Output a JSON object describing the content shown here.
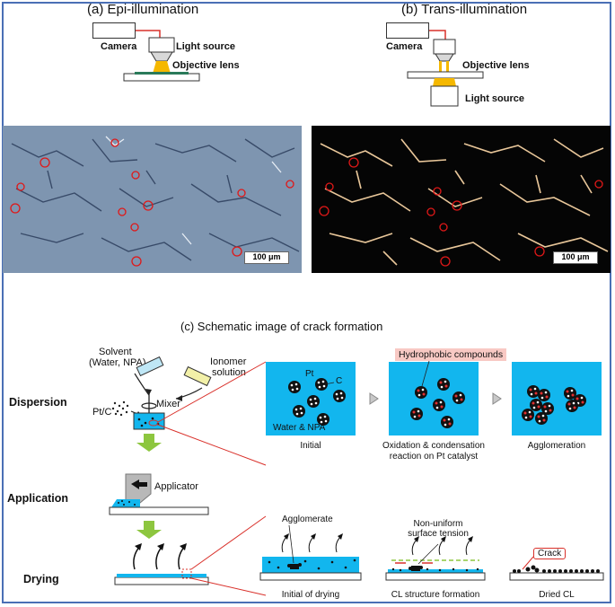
{
  "top": {
    "epi": {
      "title": "(a) Epi-illumination",
      "camera": "Camera",
      "light_source": "Light source",
      "objective": "Objective lens",
      "scale": "100 μm"
    },
    "trans": {
      "title": "(b) Trans-illumination",
      "camera": "Camera",
      "objective": "Objective lens",
      "light_source": "Light source",
      "scale": "100 μm"
    }
  },
  "schematic": {
    "title": "(c) Schematic image of crack formation",
    "stages": {
      "dispersion": "Dispersion",
      "application": "Application",
      "drying": "Drying"
    },
    "dispersion": {
      "solvent": "Solvent",
      "solvent_detail": "(Water, NPA)",
      "ionomer_line1": "Ionomer",
      "ionomer_line2": "solution",
      "ptc": "Pt/C",
      "mixer": "Mixer",
      "pt": "Pt",
      "c": "C",
      "water_npa": "Water & NPA",
      "hydrophobic": "Hydrophobic compounds",
      "cap_initial": "Initial",
      "cap_oxidation_1": "Oxidation & condensation",
      "cap_oxidation_2": "reaction on Pt catalyst",
      "cap_agglomeration": "Agglomeration"
    },
    "application": {
      "applicator": "Applicator"
    },
    "drying": {
      "agglomerate": "Agglomerate",
      "nonuniform_1": "Non-uniform",
      "nonuniform_2": "surface tension",
      "crack": "Crack",
      "cap_initial": "Initial of drying",
      "cap_cl": "CL structure formation",
      "cap_dried": "Dried CL"
    }
  },
  "colors": {
    "blue": "#12b6ee",
    "highlight": "#f8c9c4",
    "crack_red": "#d9302a",
    "frame": "#4a6fb5",
    "green_arrow": "#8dc63f"
  }
}
